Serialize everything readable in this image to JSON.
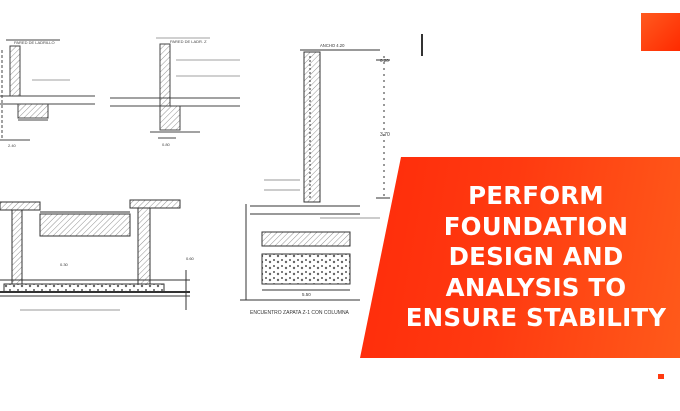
{
  "headline": {
    "lines": [
      "PERFORM",
      "FOUNDATION",
      "DESIGN AND",
      "ANALYSIS TO",
      "ENSURE STABILITY"
    ]
  },
  "drawing": {
    "label_footing": "ENCUENTRO ZAPATA Z-1 CON COLUMNA",
    "label_top_wall": "PARED DE LADRILLO",
    "label_top_wall_2": "PARED DE LADR. Z",
    "label_width": "ANCHO 4.20",
    "dims": [
      "0.20",
      "3.70",
      "0.60",
      "5.50",
      "2.40",
      "0.30",
      "0.80"
    ]
  },
  "colors": {
    "accent": "#ff3a10",
    "text_on_accent": "#ffffff",
    "ink": "#333333"
  }
}
